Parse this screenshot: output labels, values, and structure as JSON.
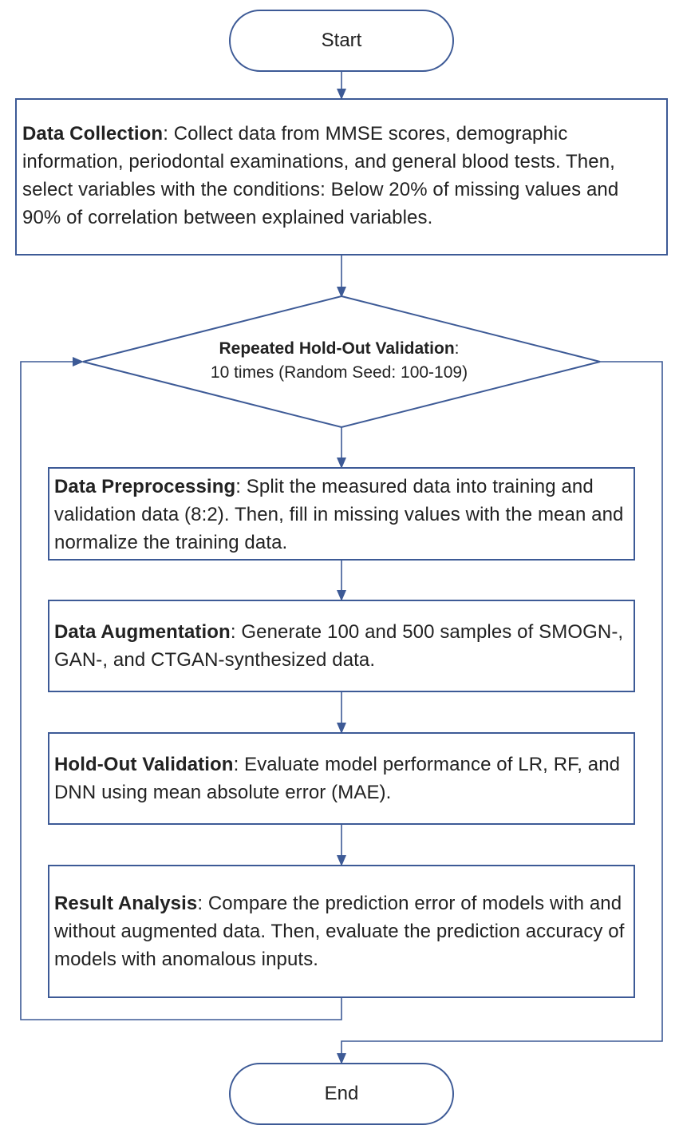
{
  "start": {
    "label": "Start"
  },
  "end": {
    "label": "End"
  },
  "data_collection": {
    "title": "Data Collection",
    "text": ": Collect data from MMSE scores, demographic information, periodontal examinations, and general blood tests. Then, select variables with the conditions: Below 20% of missing values and 90% of correlation between explained variables."
  },
  "loop": {
    "title": "Repeated Hold-Out Validation",
    "sep": ":",
    "text": "10 times (Random Seed: 100-109)"
  },
  "preprocessing": {
    "title": "Data Preprocessing",
    "text": ": Split the measured data into training and validation data (8:2). Then, fill in missing values with the mean and normalize the training data."
  },
  "augmentation": {
    "title": "Data Augmentation",
    "text": ": Generate 100 and 500 samples of SMOGN-, GAN-, and CTGAN-synthesized data."
  },
  "holdout": {
    "title": "Hold-Out Validation",
    "text": ": Evaluate model performance of LR, RF, and DNN using mean absolute error (MAE)."
  },
  "result": {
    "title": "Result Analysis",
    "text": ": Compare the prediction error of models with and without augmented data. Then, evaluate the prediction accuracy of models with anomalous inputs."
  }
}
